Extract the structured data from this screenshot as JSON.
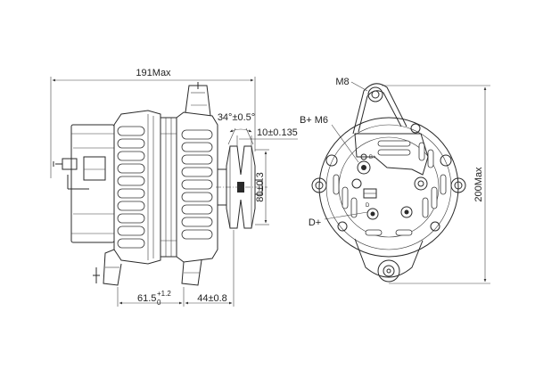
{
  "dimensions": {
    "overall_length": "191Max",
    "v_angle": "34°±0.5°",
    "groove_width": "10±0.135",
    "pulley_diameter": "80±0.3",
    "mount_offset_main": "61.5",
    "mount_offset_sup": "+1.2",
    "mount_offset_sub": "0",
    "pulley_offset": "44±0.8",
    "overall_height": "200Max"
  },
  "terminals": {
    "m8": "M8",
    "b_plus": "B+ M6",
    "d_plus": "D+",
    "b_label_small": "B+",
    "d_label_small": "D"
  }
}
